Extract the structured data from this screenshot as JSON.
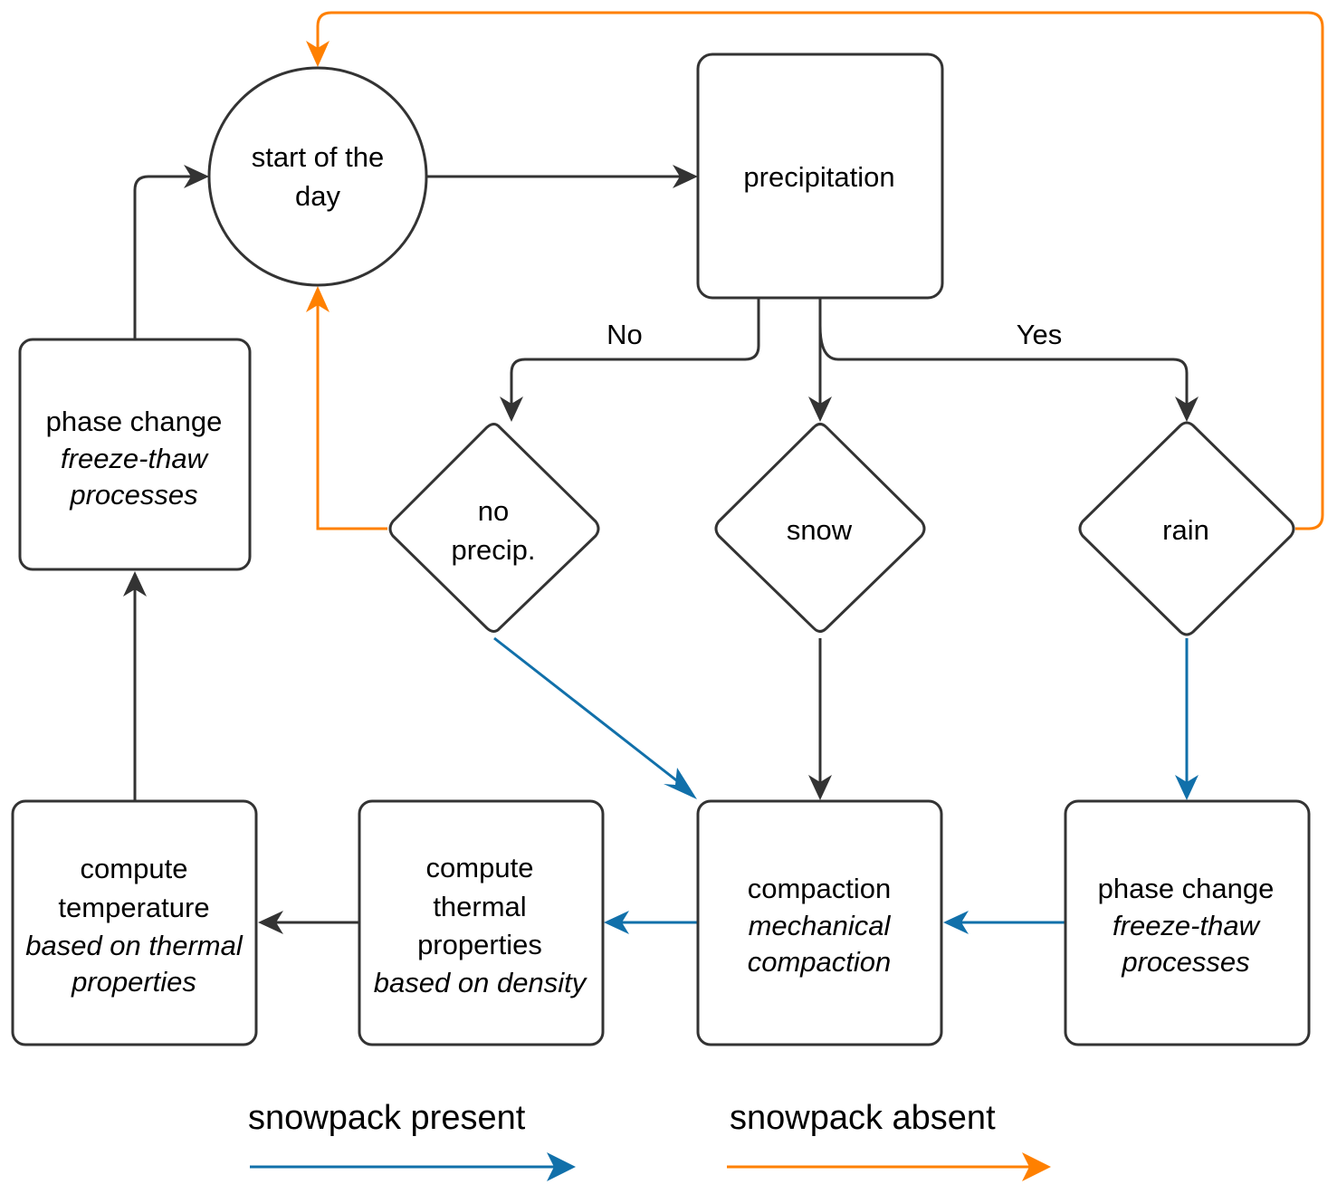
{
  "colors": {
    "default_edge": "#333333",
    "snowpack_present": "#1170AA",
    "snowpack_absent": "#FF8000"
  },
  "nodes": {
    "start": {
      "lines": [
        "start of the",
        "day"
      ]
    },
    "precipitation": {
      "lines": [
        "precipitation"
      ]
    },
    "no_precip": {
      "lines": [
        "no",
        "precip."
      ]
    },
    "snow": {
      "lines": [
        "snow"
      ]
    },
    "rain": {
      "lines": [
        "rain"
      ]
    },
    "phase_change_top": {
      "title": "phase change",
      "subtitle": [
        "freeze-thaw",
        "processes"
      ]
    },
    "compute_temperature": {
      "title": [
        "compute",
        "temperature"
      ],
      "subtitle": [
        "based on thermal",
        "properties"
      ]
    },
    "compute_thermal": {
      "title": [
        "compute",
        "thermal",
        "properties"
      ],
      "subtitle": [
        "based on density"
      ]
    },
    "compaction": {
      "title": "compaction",
      "subtitle": [
        "mechanical",
        "compaction"
      ]
    },
    "phase_change_bottom": {
      "title": "phase change",
      "subtitle": [
        "freeze-thaw",
        "processes"
      ]
    }
  },
  "edge_labels": {
    "no": "No",
    "yes": "Yes"
  },
  "legend": {
    "present": "snowpack present",
    "absent": "snowpack absent"
  }
}
